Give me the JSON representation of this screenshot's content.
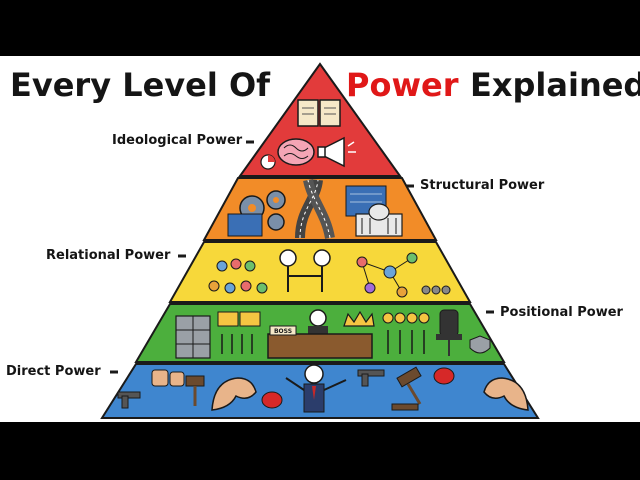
{
  "title": {
    "part1": "Every Level Of",
    "highlight": "Power",
    "part2": "Explained",
    "highlight_color": "#e01818"
  },
  "levels": [
    {
      "label": "Ideological Power",
      "color": "#e23b3b",
      "icons": [
        "book-icon",
        "brain-icon",
        "megaphone-icon",
        "pie-chart-icon"
      ]
    },
    {
      "label": "Structural Power",
      "color": "#f28c28",
      "icons": [
        "gears-icon",
        "roads-icon",
        "government-building-icon",
        "blueprint-icon"
      ]
    },
    {
      "label": "Relational Power",
      "color": "#f7d83a",
      "icons": [
        "people-group-icon",
        "handshake-icon",
        "network-icon",
        "crowd-icon"
      ]
    },
    {
      "label": "Positional Power",
      "color": "#4caf3d",
      "icons": [
        "filing-cabinet-icon",
        "folder-icon",
        "boss-desk-icon",
        "crown-icon",
        "medals-icon",
        "office-chair-icon",
        "shield-icon"
      ]
    },
    {
      "label": "Direct Power",
      "color": "#3f86cf",
      "icons": [
        "thumbs-down-icon",
        "hammer-icon",
        "flexed-arm-icon",
        "pointing-person-icon",
        "gun-icon",
        "gavel-icon",
        "boxing-glove-icon"
      ]
    }
  ]
}
